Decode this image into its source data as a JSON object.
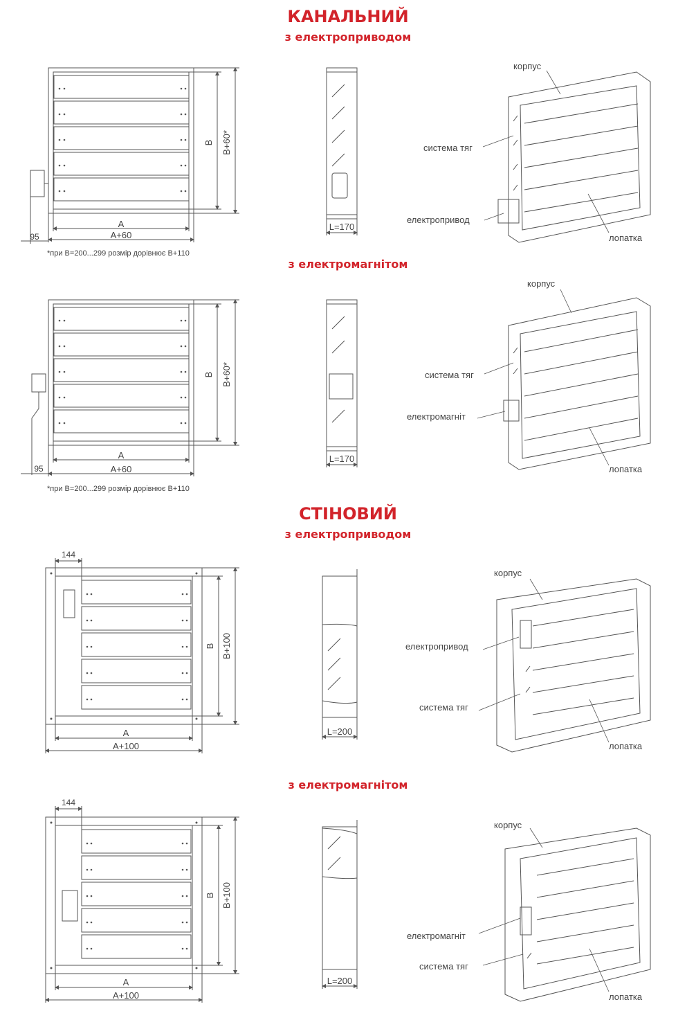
{
  "sections": [
    {
      "title": "КАНАЛЬНИЙ",
      "variants": [
        {
          "subtitle": "з електроприводом",
          "front": {
            "width_a": "A",
            "width_total": "A+60",
            "height_b": "B",
            "height_total": "B+60*",
            "offset": "95"
          },
          "side": {
            "length": "L=170"
          },
          "iso_labels": {
            "housing": "корпус",
            "linkage": "система тяг",
            "drive": "електропривод",
            "blade": "лопатка"
          },
          "note": "*при В=200...299 розмір дорівнює В+110"
        },
        {
          "subtitle": "з електромагнітом",
          "front": {
            "width_a": "A",
            "width_total": "A+60",
            "height_b": "B",
            "height_total": "B+60*",
            "offset": "95"
          },
          "side": {
            "length": "L=170"
          },
          "iso_labels": {
            "housing": "корпус",
            "linkage": "система тяг",
            "drive": "електромагніт",
            "blade": "лопатка"
          },
          "note": "*при В=200...299 розмір дорівнює В+110"
        }
      ]
    },
    {
      "title": "СТІНОВИЙ",
      "variants": [
        {
          "subtitle": "з електроприводом",
          "front": {
            "width_a": "A",
            "width_total": "A+100",
            "height_b": "B",
            "height_total": "B+100",
            "offset": "144"
          },
          "side": {
            "length": "L=200"
          },
          "iso_labels": {
            "housing": "корпус",
            "drive": "електропривод",
            "linkage": "система тяг",
            "blade": "лопатка"
          }
        },
        {
          "subtitle": "з електромагнітом",
          "front": {
            "width_a": "A",
            "width_total": "A+100",
            "height_b": "B",
            "height_total": "B+100",
            "offset": "144"
          },
          "side": {
            "length": "L=200"
          },
          "iso_labels": {
            "housing": "корпус",
            "drive": "електромагніт",
            "linkage": "система тяг",
            "blade": "лопатка"
          }
        }
      ]
    }
  ],
  "colors": {
    "accent": "#d2232a",
    "line": "#555555"
  }
}
